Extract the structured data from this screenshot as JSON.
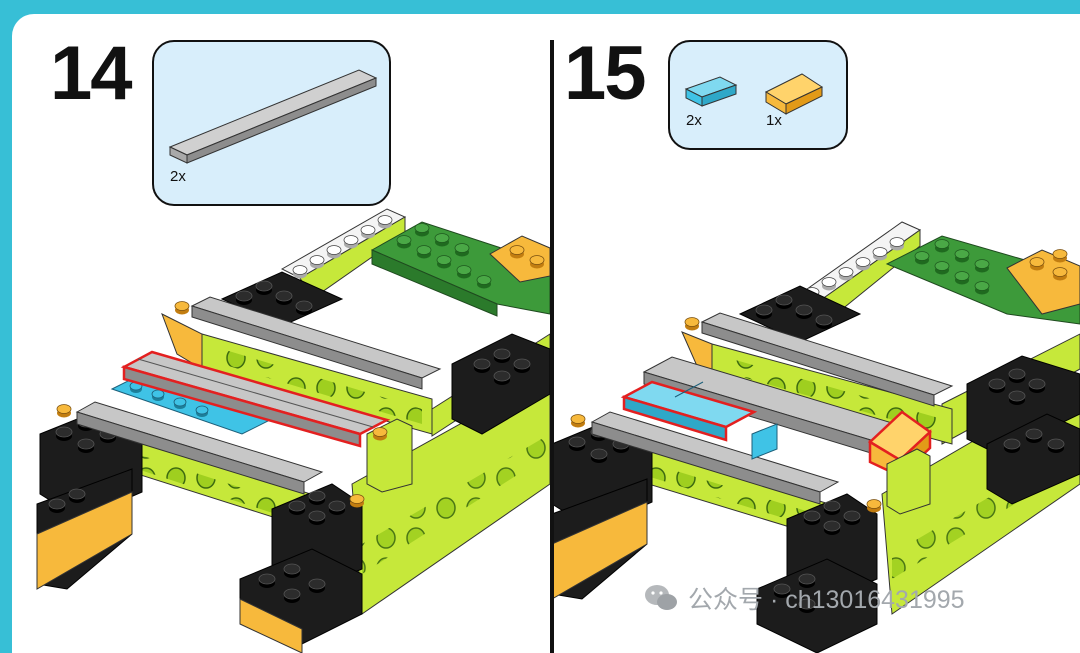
{
  "steps": [
    {
      "number": "14",
      "parts": [
        {
          "qty": "2x",
          "part": "gray 1x8 tile",
          "color": "#b3b3b3"
        }
      ]
    },
    {
      "number": "15",
      "parts": [
        {
          "qty": "2x",
          "part": "blue 1x2 tile",
          "color": "#3fc3e6"
        },
        {
          "qty": "1x",
          "part": "yellow 1x2 slope",
          "color": "#f7b93c"
        }
      ]
    }
  ],
  "watermark": {
    "text": "公众号 · ch13016431995"
  },
  "colors": {
    "frame": "#37bfd6",
    "callout_bg": "#d8eefb",
    "lime": "#c6e83a",
    "black": "#1c1c1c",
    "orange": "#f7b93c",
    "green": "#3d9a3a",
    "white_brick": "#f4f4f4",
    "gray_tile": "#b3b3b3",
    "blue_tile": "#3fc3e6",
    "highlight": "#e32020"
  }
}
